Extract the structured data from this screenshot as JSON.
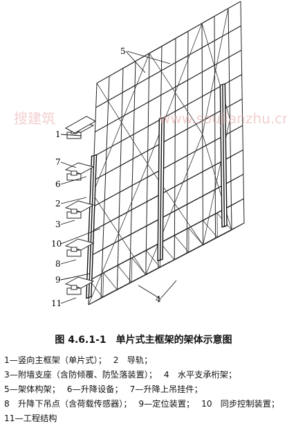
{
  "caption": "图 4.6.1-1　单片式主框架的架体示意图",
  "callouts": [
    "1",
    "2",
    "3",
    "4",
    "5",
    "6",
    "7",
    "8",
    "9",
    "10",
    "11"
  ],
  "legend": [
    "1—竖向主框架（单片式）；",
    "2　导轨；",
    "3—附墙支座（含防倾覆、防坠落装置）；",
    "4　水平支承桁架；",
    "5—架体构架；",
    "6—升降设备；",
    "7—升降上吊挂件；",
    "8　升降下吊点（含荷载传感器）；",
    "9—定位装置；",
    "10　同步控制装置；",
    "11—工程结构"
  ],
  "watermark": {
    "text_left": "搜建筑",
    "text_right": "www.soujianzhu.cn",
    "color": "#e8a8a8"
  }
}
